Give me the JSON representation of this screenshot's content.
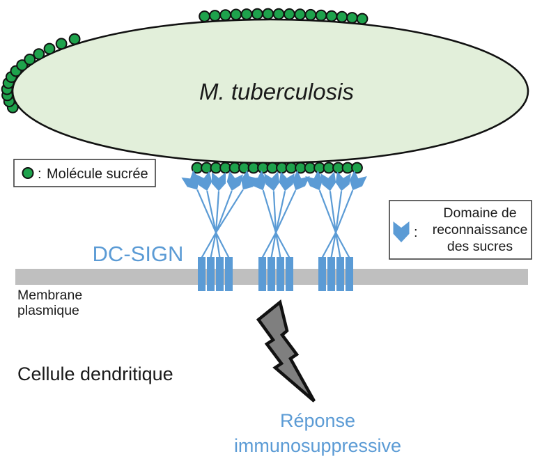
{
  "colors": {
    "green_molecule": "#1ea24c",
    "blue": "#5b9bd5",
    "bacterium_fill": "#e2efda",
    "outline": "#111111",
    "membrane_gray": "#bfbfbf",
    "bolt_fill": "#7f7f7f",
    "text_black": "#1a1a1a",
    "legend_border": "#3f3f3f"
  },
  "bacterium_label": "M. tuberculosis",
  "dcsign_label": "DC-SIGN",
  "membrane_label": {
    "line1": "Membrane",
    "line2": "plasmique"
  },
  "cell_label": "Cellule dendritique",
  "response_label": {
    "line1": "Réponse",
    "line2": "immunosuppressive"
  },
  "legend_sugar": {
    "separator": ":",
    "label": "Molécule sucrée"
  },
  "legend_crd": {
    "separator": ":",
    "line1": "Domaine de",
    "line2": "reconnaissance",
    "line3": "des sucres"
  },
  "figure": {
    "top_molecule_count": 16,
    "left_molecule_count": 13,
    "contact_molecule_count": 18,
    "receptor_cluster_count": 3,
    "banners_per_cluster": [
      5,
      4,
      4
    ],
    "transmembrane_segments_per_cluster": 4
  }
}
